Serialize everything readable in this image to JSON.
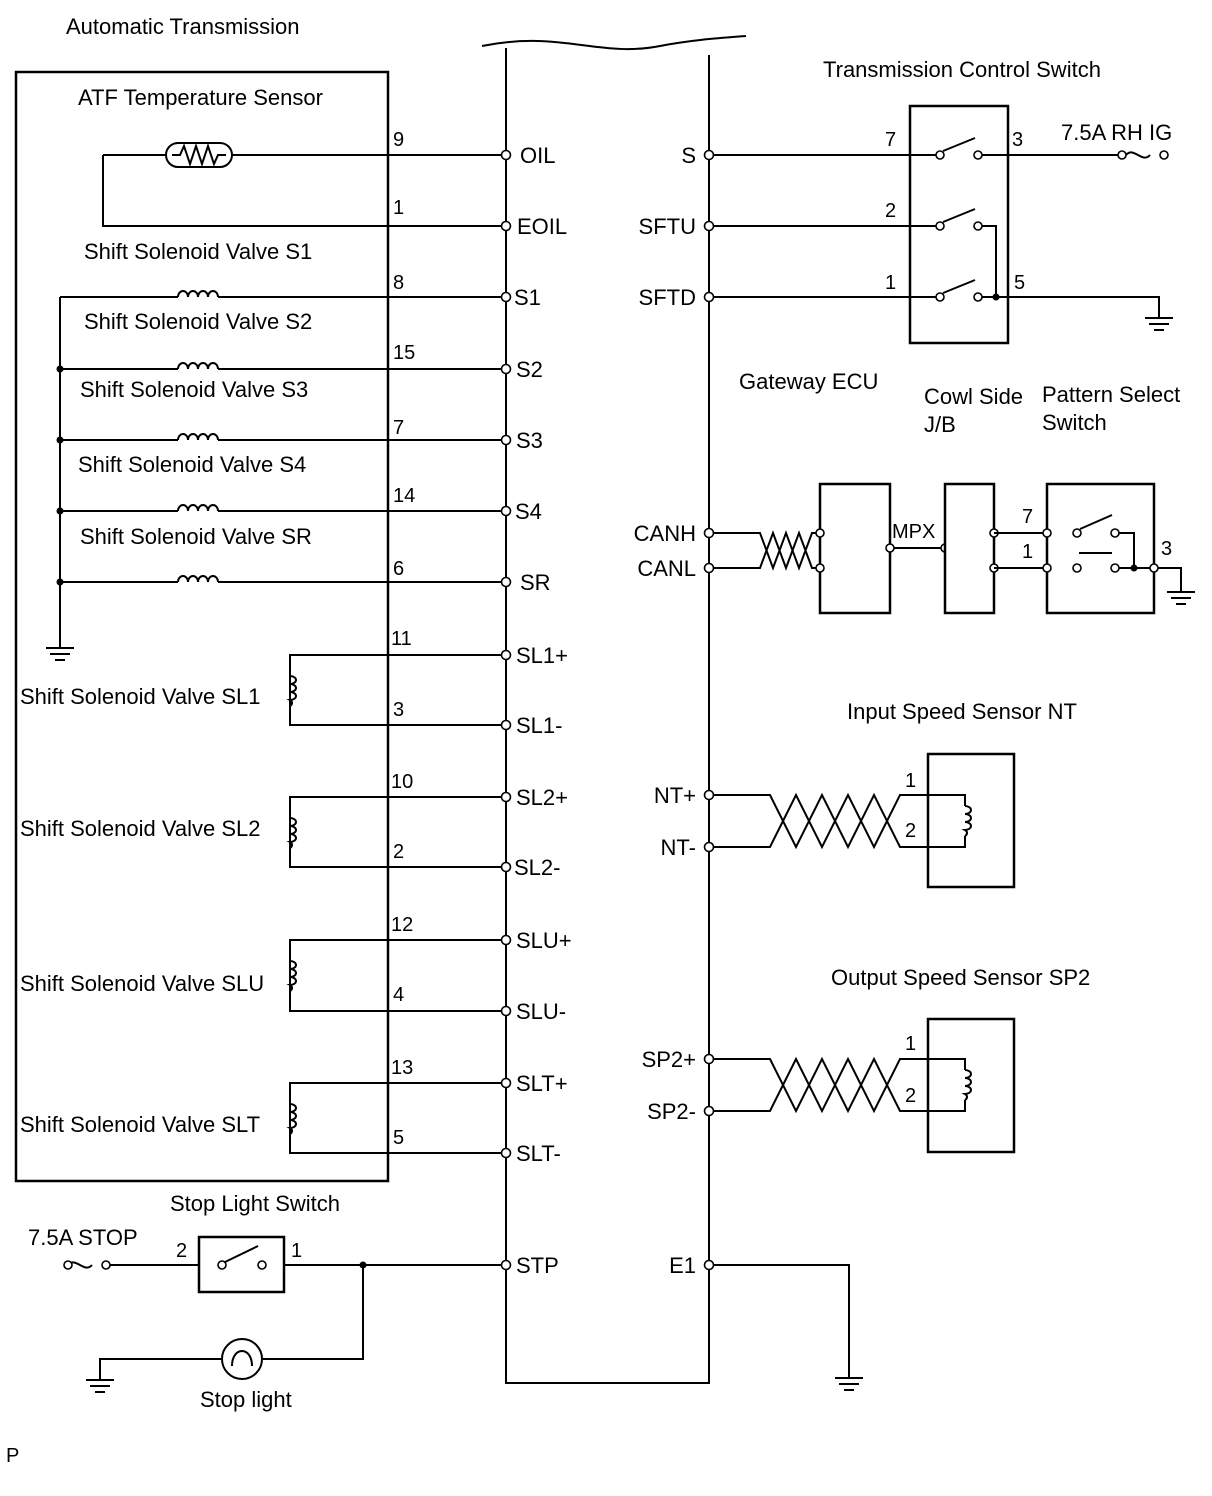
{
  "title": "Automatic Transmission",
  "corner_mark": "P",
  "ecu_terminals_left": [
    "OIL",
    "EOIL",
    "S1",
    "S2",
    "S3",
    "S4",
    "SR",
    "SL1+",
    "SL1-",
    "SL2+",
    "SL2-",
    "SLU+",
    "SLU-",
    "SLT+",
    "SLT-",
    "STP"
  ],
  "ecu_terminals_right": [
    "S",
    "SFTU",
    "SFTD",
    "CANH",
    "CANL",
    "NT+",
    "NT-",
    "SP2+",
    "SP2-",
    "E1"
  ],
  "components": {
    "atf": {
      "label": "ATF Temperature Sensor",
      "pins": [
        "9",
        "1"
      ]
    },
    "s1": {
      "label": "Shift Solenoid Valve S1",
      "pin": "8"
    },
    "s2": {
      "label": "Shift Solenoid Valve S2",
      "pin": "15"
    },
    "s3": {
      "label": "Shift Solenoid Valve S3",
      "pin": "7"
    },
    "s4": {
      "label": "Shift Solenoid Valve S4",
      "pin": "14"
    },
    "sr": {
      "label": "Shift Solenoid Valve SR",
      "pin": "6"
    },
    "sl1": {
      "label": "Shift Solenoid Valve SL1",
      "pins": [
        "11",
        "3"
      ]
    },
    "sl2": {
      "label": "Shift Solenoid Valve SL2",
      "pins": [
        "10",
        "2"
      ]
    },
    "slu": {
      "label": "Shift Solenoid Valve SLU",
      "pins": [
        "12",
        "4"
      ]
    },
    "slt": {
      "label": "Shift Solenoid Valve SLT",
      "pins": [
        "13",
        "5"
      ]
    },
    "stop_switch": {
      "label": "Stop Light Switch",
      "fuse": "7.5A STOP",
      "pins": [
        "2",
        "1"
      ]
    },
    "stop_light": {
      "label": "Stop light"
    },
    "tcs": {
      "label": "Transmission Control Switch",
      "fuse": "7.5A RH IG",
      "pins": [
        "7",
        "3",
        "2",
        "1",
        "5"
      ]
    },
    "gateway": {
      "label": "Gateway ECU"
    },
    "cowl": {
      "label_line1": "Cowl Side",
      "label_line2": "J/B",
      "mpx": "MPX"
    },
    "pattern": {
      "label_line1": "Pattern Select",
      "label_line2": "Switch",
      "pins": [
        "7",
        "1",
        "3"
      ]
    },
    "nt": {
      "label": "Input Speed Sensor NT",
      "pins": [
        "1",
        "2"
      ]
    },
    "sp2": {
      "label": "Output Speed Sensor SP2",
      "pins": [
        "1",
        "2"
      ]
    }
  }
}
